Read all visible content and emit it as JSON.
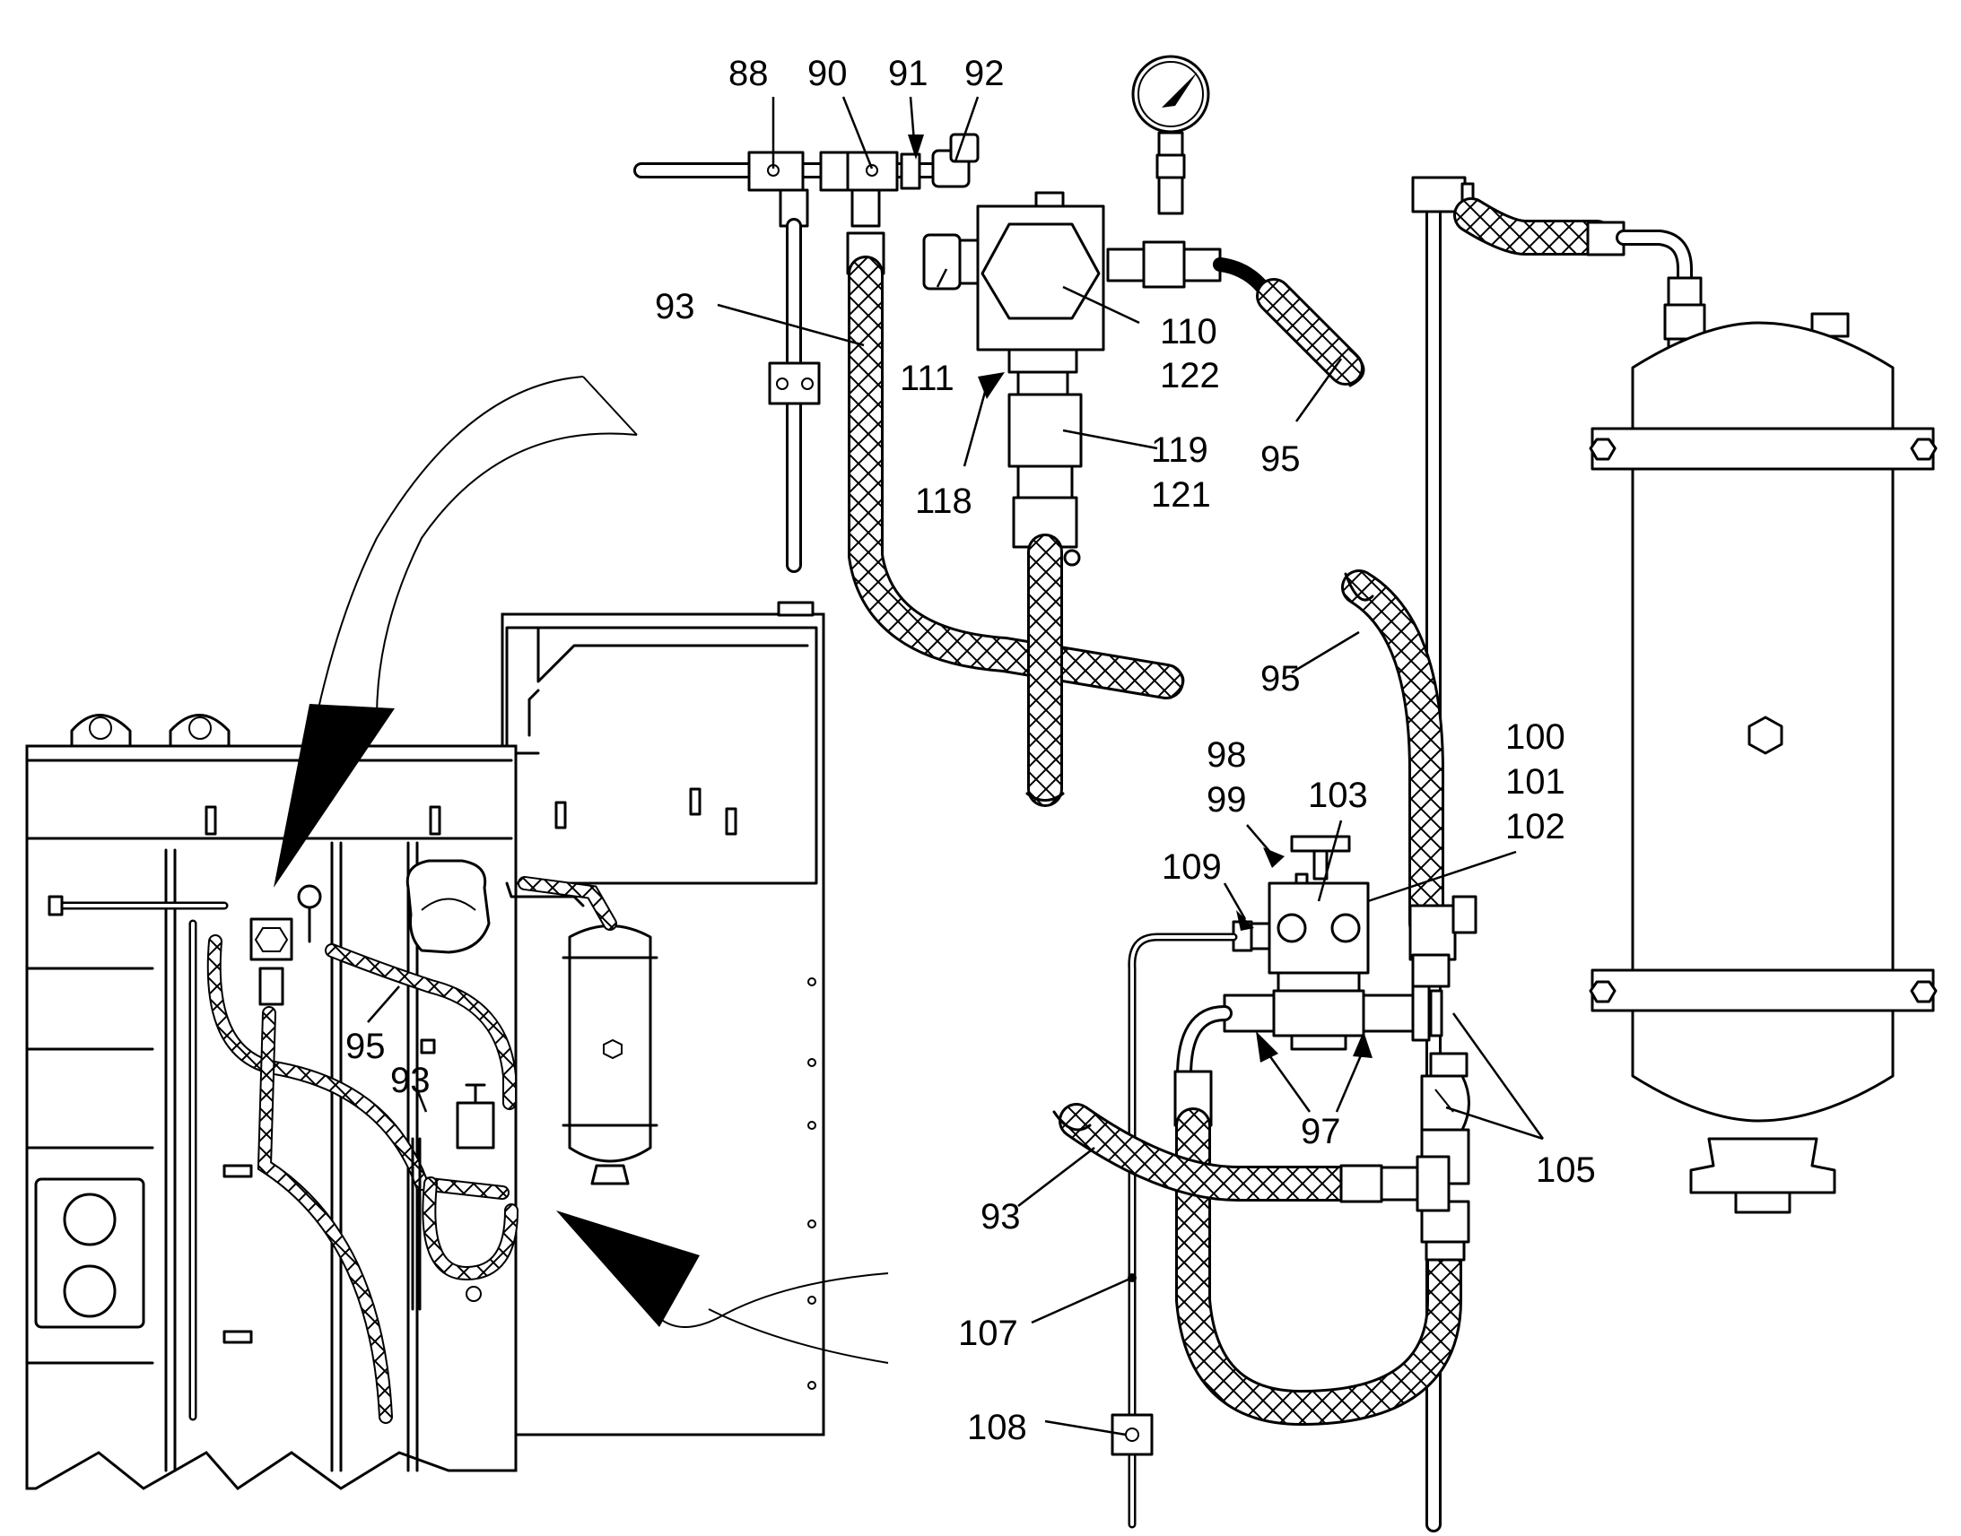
{
  "callouts": {
    "c88": "88",
    "c90": "90",
    "c91": "91",
    "c92": "92",
    "c93_top": "93",
    "c111": "111",
    "c110": "110",
    "c122": "122",
    "c118": "118",
    "c119": "119",
    "c121": "121",
    "c95_top": "95",
    "c95_mid": "95",
    "c98": "98",
    "c99": "99",
    "c103": "103",
    "c100": "100",
    "c101": "101",
    "c102": "102",
    "c109": "109",
    "c97": "97",
    "c105": "105",
    "c93_right": "93",
    "c107": "107",
    "c108": "108",
    "c95_overview": "95",
    "c93_overview": "93"
  },
  "colors": {
    "line": "#000000",
    "background": "#ffffff"
  },
  "pattern": "crosshatch-braided-hose"
}
